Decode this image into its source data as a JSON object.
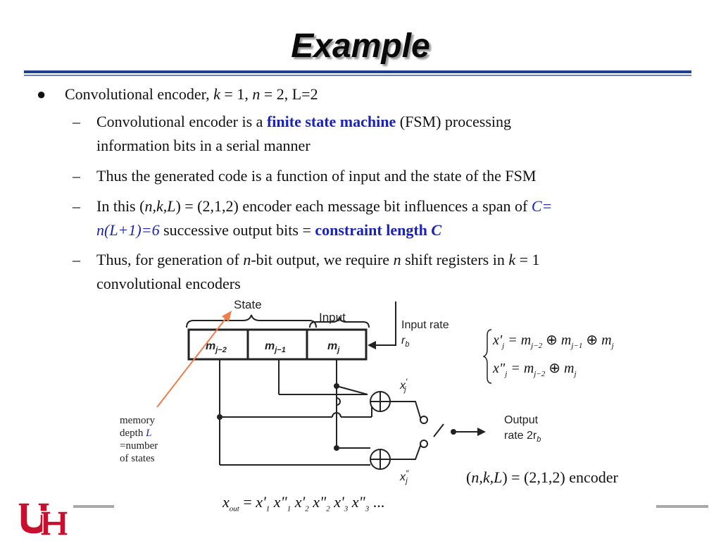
{
  "slide": {
    "title": "Example",
    "bullet1": {
      "text_a": "Convolutional encoder, ",
      "k": "k",
      "eq_k": " = 1, ",
      "n": "n",
      "eq_n": " = 2, L=2"
    },
    "sub1": {
      "text_a": "Convolutional encoder is a ",
      "highlight": "finite state machine",
      "text_b": " (FSM) processing",
      "line2": "information bits in a serial manner"
    },
    "sub2": {
      "text": "Thus the generated code is a function of input and the state of the FSM"
    },
    "sub3": {
      "text_a": "In this (",
      "params_it": "n,k,L",
      "text_b": ") = (2,1,2) encoder each message bit influences a span of ",
      "formula_a": "C=",
      "formula_b": "n(L+1)=6",
      "text_c": " successive output bits = ",
      "highlight": "constraint length ",
      "highlight_c": "C"
    },
    "sub4": {
      "text_a": "Thus, for generation of ",
      "n1": "n",
      "text_b": "-bit output, we require ",
      "n2": "n",
      "text_c": " shift registers in ",
      "k": "k",
      "text_d": " = 1",
      "line2": "convolutional encoders"
    }
  },
  "diagram": {
    "state_label": "State",
    "input_label": "Input",
    "input_rate_label": "Input rate",
    "input_rate_sym": "r",
    "input_rate_sub": "b",
    "reg_cells": [
      {
        "base": "m",
        "sub": "j−2"
      },
      {
        "base": "m",
        "sub": "j−1"
      },
      {
        "base": "m",
        "sub": "j"
      }
    ],
    "out_upper": {
      "base": "x",
      "sub": "j",
      "prime": "′"
    },
    "out_lower": {
      "base": "x",
      "sub": "j",
      "prime": "″"
    },
    "output_label": "Output",
    "output_rate_label": "rate  2r",
    "output_rate_sub": "b",
    "memory_note": [
      "memory",
      "depth ",
      "=number",
      "of states"
    ],
    "memory_L": "L",
    "arrow_color": "#f07c4a"
  },
  "equations": {
    "eq1": {
      "lhs": "x'",
      "lhs_sub": "j",
      "eq": "= m",
      "s1": "j−2",
      "op1": "⊕",
      "m2": "m",
      "s2": "j−1",
      "op2": "⊕",
      "m3": "m",
      "s3": "j"
    },
    "eq2": {
      "lhs": "x\"",
      "lhs_sub": "j",
      "eq": "= m",
      "s1": "j−2",
      "op1": "⊕",
      "m2": "m",
      "s2": "j"
    },
    "encoder_note_a": "(",
    "encoder_note_it": "n,k,L",
    "encoder_note_b": ") = (2,1,2)  encoder",
    "xout": {
      "x": "x",
      "x_sub": "out",
      "rhs": "= x'",
      "terms": [
        {
          "t": "x'",
          "s": "1"
        },
        {
          "t": "x\"",
          "s": "1"
        },
        {
          "t": "x'",
          "s": "2"
        },
        {
          "t": "x\"",
          "s": "2"
        },
        {
          "t": "x'",
          "s": "3"
        },
        {
          "t": "x\"",
          "s": "3"
        }
      ],
      "ellipsis": "..."
    }
  },
  "colors": {
    "accent_blue": "#1a22b8",
    "rule_blue": "#1f3f8f",
    "logo_red": "#c8102e"
  },
  "logo": {
    "icon": "uh-logo-icon",
    "text": "UH"
  }
}
